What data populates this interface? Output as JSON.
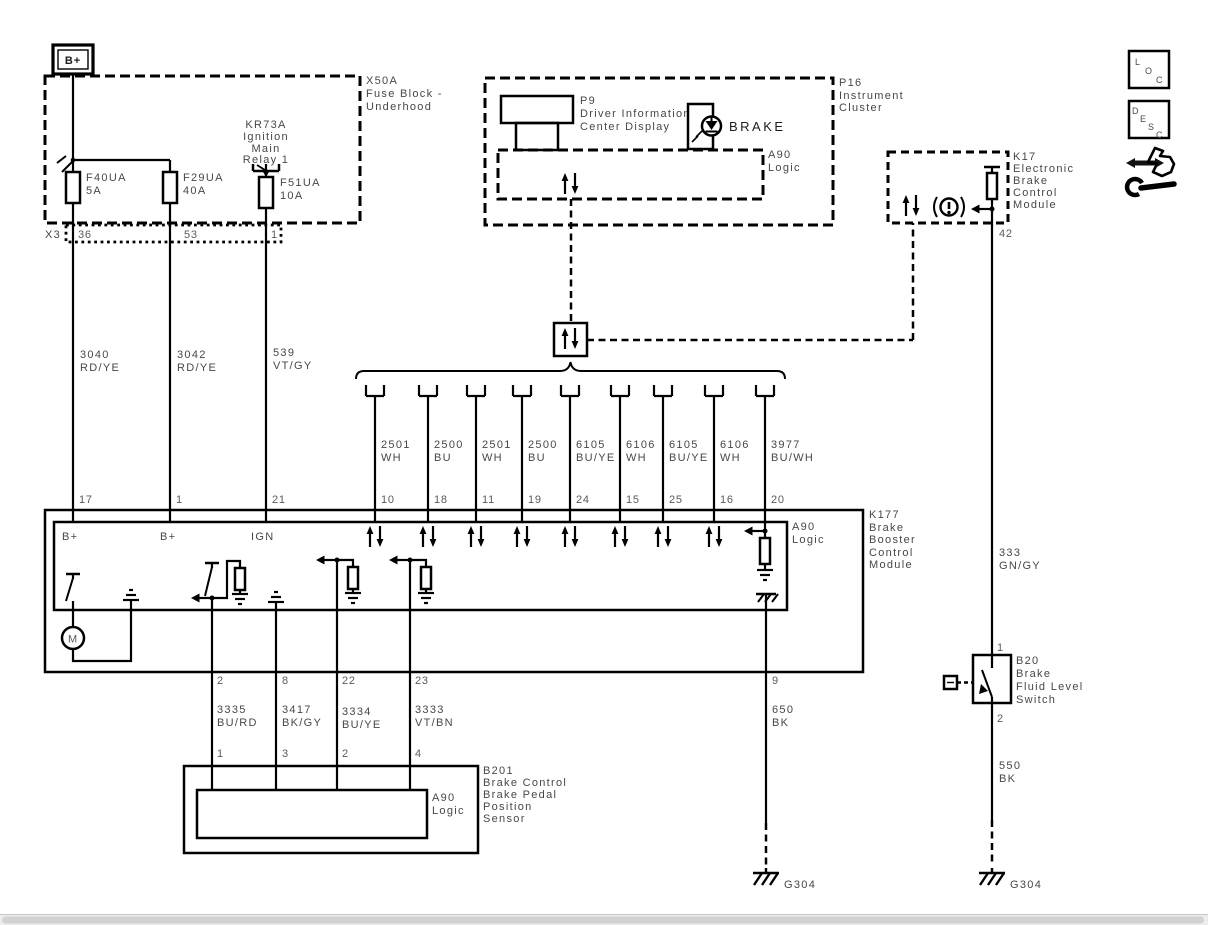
{
  "power": {
    "terminal_label": "B+"
  },
  "fuse_block": {
    "id": "X50A",
    "name": [
      "Fuse Block -",
      "Underhood"
    ],
    "relay": {
      "id": "KR73A",
      "name": [
        "Ignition",
        "Main",
        "Relay 1"
      ]
    },
    "fuses": [
      {
        "id": "F40UA",
        "rating": "5A"
      },
      {
        "id": "F29UA",
        "rating": "40A"
      },
      {
        "id": "F51UA",
        "rating": "10A"
      }
    ],
    "connector": {
      "id": "X3",
      "pins": [
        "36",
        "53",
        "1"
      ]
    }
  },
  "supply_wires": [
    {
      "circuit": "3040",
      "color": "RD/YE",
      "pin": "17"
    },
    {
      "circuit": "3042",
      "color": "RD/YE",
      "pin": "1"
    },
    {
      "circuit": "539",
      "color": "VT/GY",
      "pin": "21"
    }
  ],
  "instrument_cluster": {
    "id": "P16",
    "name": [
      "Instrument",
      "Cluster"
    ],
    "display": {
      "id": "P9",
      "name": [
        "Driver Information",
        "Center Display"
      ]
    },
    "indicator_label": "BRAKE",
    "logic": {
      "id": "A90",
      "name": "Logic"
    }
  },
  "ebcm": {
    "id": "K17",
    "name": [
      "Electronic",
      "Brake",
      "Control",
      "Module"
    ],
    "pin": "42"
  },
  "serial_wires": [
    {
      "circuit": "2501",
      "color": "WH",
      "pin": "10"
    },
    {
      "circuit": "2500",
      "color": "BU",
      "pin": "18"
    },
    {
      "circuit": "2501",
      "color": "WH",
      "pin": "11"
    },
    {
      "circuit": "2500",
      "color": "BU",
      "pin": "19"
    },
    {
      "circuit": "6105",
      "color": "BU/YE",
      "pin": "24"
    },
    {
      "circuit": "6106",
      "color": "WH",
      "pin": "15"
    },
    {
      "circuit": "6105",
      "color": "BU/YE",
      "pin": "25"
    },
    {
      "circuit": "6106",
      "color": "WH",
      "pin": "16"
    },
    {
      "circuit": "3977",
      "color": "BU/WH",
      "pin": "20"
    }
  ],
  "bbcm": {
    "id": "K177",
    "name": [
      "Brake",
      "Booster",
      "Control",
      "Module"
    ],
    "logic": {
      "id": "A90",
      "name": "Logic"
    },
    "inputs": [
      "B+",
      "B+",
      "IGN"
    ],
    "motor_label": "M",
    "ground_pin": "9"
  },
  "sensor_wires": [
    {
      "pin_top": "2",
      "circuit": "3335",
      "color": "BU/RD",
      "pin_bottom": "1"
    },
    {
      "pin_top": "8",
      "circuit": "3417",
      "color": "BK/GY",
      "pin_bottom": "3"
    },
    {
      "pin_top": "22",
      "circuit": "3334",
      "color": "BU/YE",
      "pin_bottom": "2"
    },
    {
      "pin_top": "23",
      "circuit": "3333",
      "color": "VT/BN",
      "pin_bottom": "4"
    }
  ],
  "pedal_sensor": {
    "id": "B201",
    "name": [
      "Brake Control",
      "Brake Pedal",
      "Position",
      "Sensor"
    ],
    "logic": {
      "id": "A90",
      "name": "Logic"
    }
  },
  "ground_left": {
    "circuit": "650",
    "color": "BK",
    "ground_id": "G304"
  },
  "fluid_branch": {
    "wire_top": {
      "circuit": "333",
      "color": "GN/GY"
    },
    "switch": {
      "id": "B20",
      "name": [
        "Brake",
        "Fluid Level",
        "Switch"
      ],
      "pin_top": "1",
      "pin_bottom": "2"
    },
    "wire_bottom": {
      "circuit": "550",
      "color": "BK"
    },
    "ground_id": "G304"
  },
  "legend": {
    "loc_letters": [
      "L",
      "O",
      "C"
    ],
    "desc_letters": [
      "D",
      "E",
      "S",
      "C"
    ]
  },
  "icons": {
    "serial_data": "up-down-arrows",
    "output_arrow": "left-arrow",
    "brake_warning": "circle-in-parentheses",
    "tool": "double-arrow-and-wrench",
    "grounds": "G304-chassis-ground"
  },
  "colors": {
    "line": "#000000",
    "text": "#474747",
    "scrollbar": "#d2d2d2"
  }
}
